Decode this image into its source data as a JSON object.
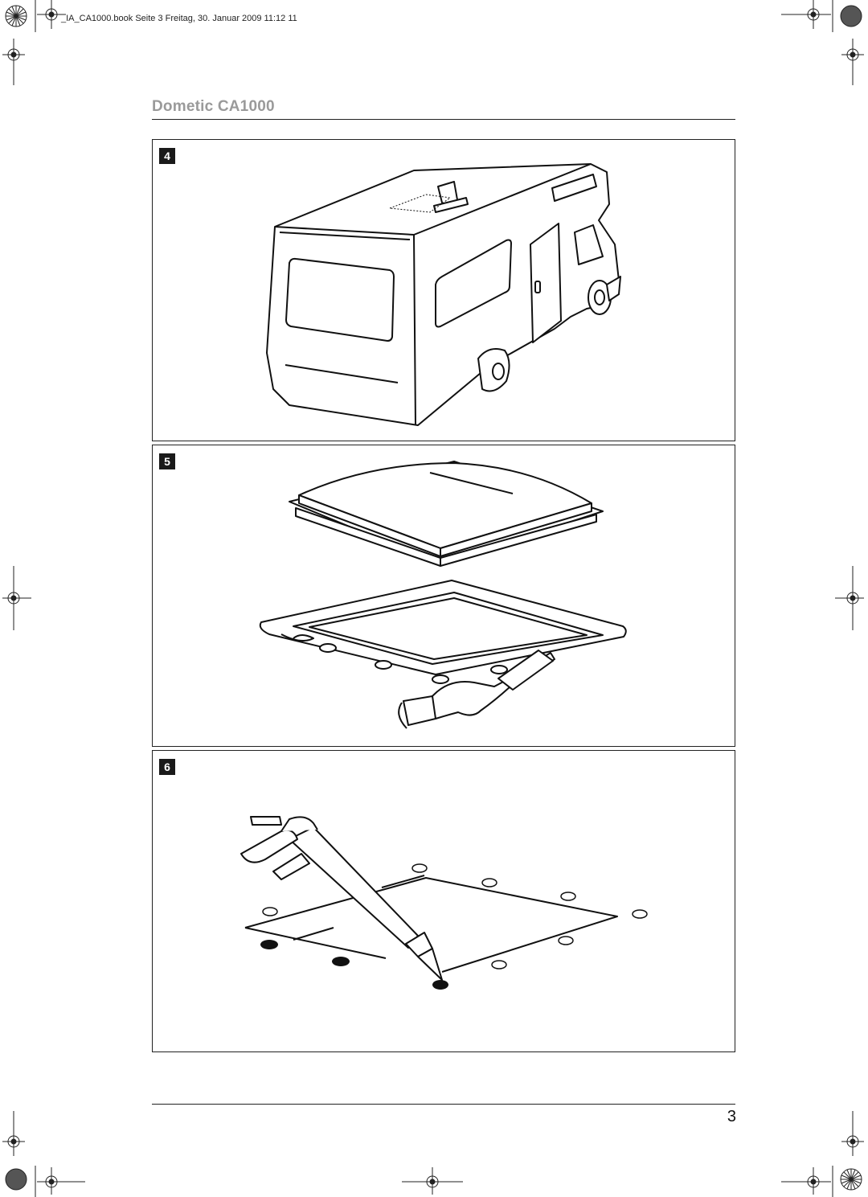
{
  "slug_line": "_IA_CA1000.book  Seite 3  Freitag, 30. Januar 2009  11:12 11",
  "header": {
    "title": "Dometic CA1000"
  },
  "figures": [
    {
      "number": "4",
      "icon": "motorhome-roof-cutout-illustration"
    },
    {
      "number": "5",
      "icon": "roof-hatch-and-frame-illustration"
    },
    {
      "number": "6",
      "icon": "sealant-gun-illustration"
    }
  ],
  "footer": {
    "page_number": "3"
  }
}
